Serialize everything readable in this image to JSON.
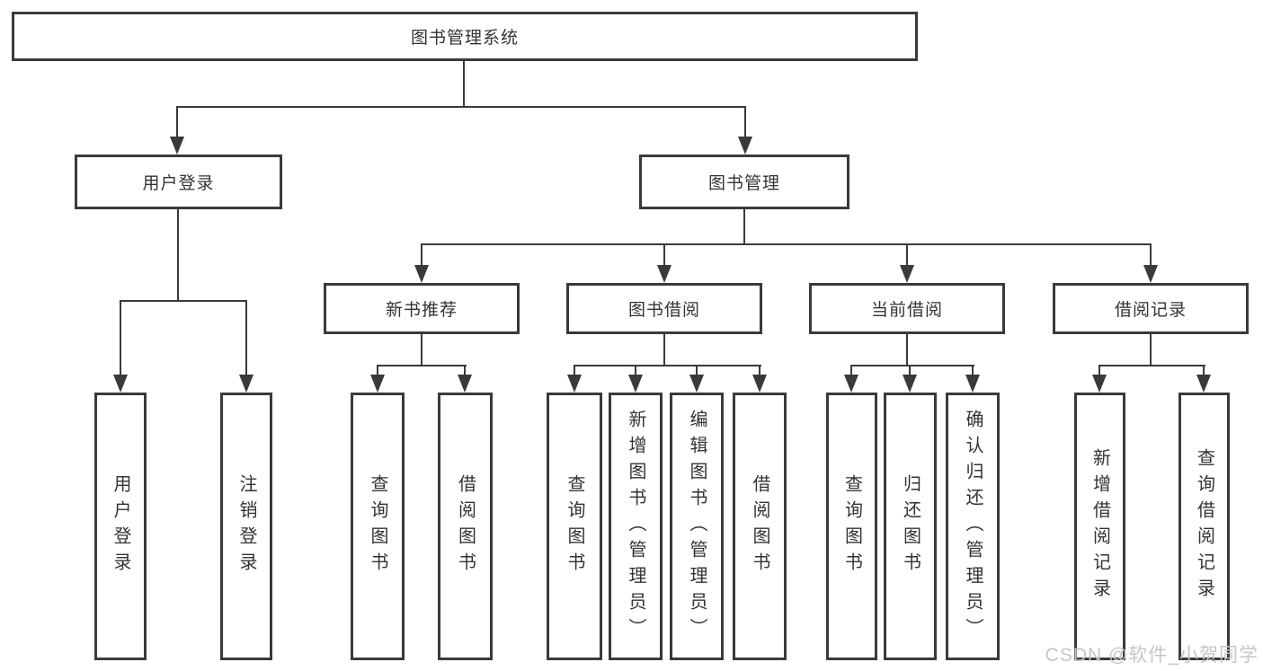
{
  "diagram": {
    "title": "图书管理系统",
    "branches": [
      {
        "label": "用户登录",
        "children": [
          {
            "label": "用户登录"
          },
          {
            "label": "注销登录"
          }
        ]
      },
      {
        "label": "图书管理",
        "children": [
          {
            "label": "新书推荐",
            "children": [
              {
                "label": "查询图书"
              },
              {
                "label": "借阅图书"
              }
            ]
          },
          {
            "label": "图书借阅",
            "children": [
              {
                "label": "查询图书"
              },
              {
                "label": "新增图书（管理员）"
              },
              {
                "label": "编辑图书（管理员）"
              },
              {
                "label": "借阅图书"
              }
            ]
          },
          {
            "label": "当前借阅",
            "children": [
              {
                "label": "查询图书"
              },
              {
                "label": "归还图书"
              },
              {
                "label": "确认归还（管理员）"
              }
            ]
          },
          {
            "label": "借阅记录",
            "children": [
              {
                "label": "新增借阅记录"
              },
              {
                "label": "查询借阅记录"
              }
            ]
          }
        ]
      }
    ]
  },
  "watermark": {
    "text": "CSDN @软件_小贺同学",
    "color": "#c6c6c6"
  },
  "colors": {
    "line": "#3a3a3a",
    "text": "#333333",
    "background": "#ffffff"
  }
}
